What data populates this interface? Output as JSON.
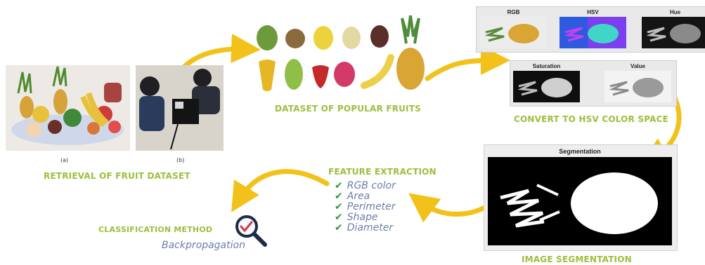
{
  "retrieval": {
    "caption_a": "(a)",
    "caption_b": "(b)",
    "title": "Retrieval of fruit dataset"
  },
  "dataset": {
    "title": "Dataset of popular fruits"
  },
  "hsv": {
    "title": "Convert to HSV color space",
    "labels": {
      "rgb": "RGB",
      "hsv": "HSV",
      "hue": "Hue",
      "saturation": "Saturation",
      "value": "Value"
    }
  },
  "segmentation": {
    "label": "Segmentation",
    "title": "Image segmentation"
  },
  "features": {
    "title": "Feature extraction",
    "items": [
      "RGB color",
      "Area",
      "Perimeter",
      "Shape",
      "Diameter"
    ]
  },
  "classification": {
    "title": "Classification method",
    "method": "Backpropagation"
  },
  "colors": {
    "accent_green": "#9cbf3b",
    "arrow_yellow": "#f2c21a",
    "check_green": "#2e9a3d",
    "italic_blue": "#6b7fa8"
  },
  "icons": [
    "checkmark-icon",
    "magnifier-check-icon"
  ]
}
